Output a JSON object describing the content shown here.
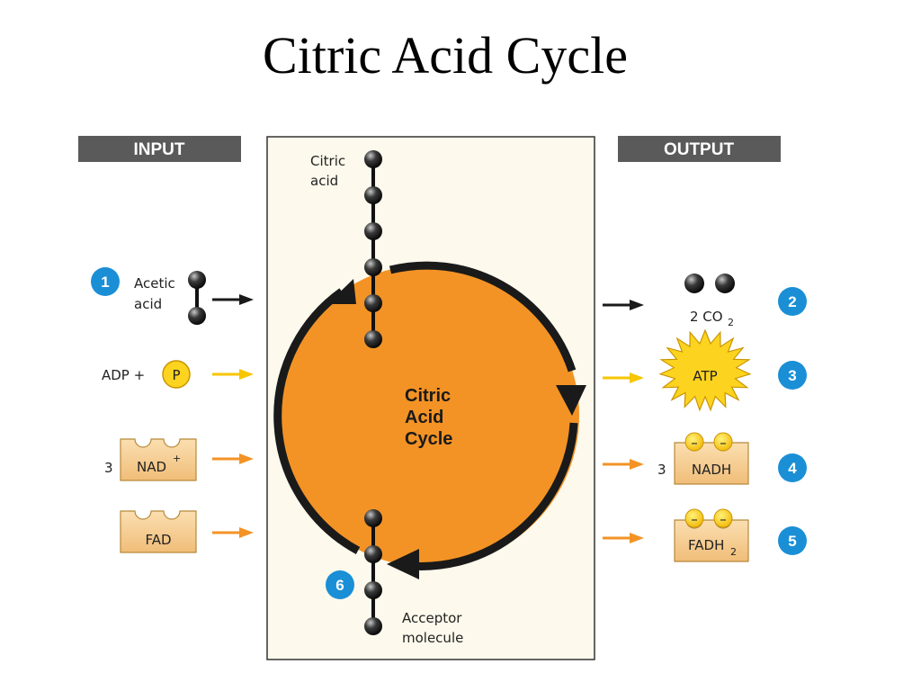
{
  "title": "Citric Acid Cycle",
  "headers": {
    "input": "INPUT",
    "output": "OUTPUT"
  },
  "center": {
    "line1": "Citric",
    "line2": "Acid",
    "line3": "Cycle"
  },
  "molecules": {
    "citric_line1": "Citric",
    "citric_line2": "acid",
    "acceptor_line1": "Acceptor",
    "acceptor_line2": "molecule"
  },
  "inputs": {
    "acetic_line1": "Acetic",
    "acetic_line2": "acid",
    "adp": "ADP +",
    "phosphate": "P",
    "nad_count": "3",
    "nad": "NAD",
    "nad_sup": "+",
    "fad": "FAD"
  },
  "outputs": {
    "co2_prefix": "2 CO",
    "co2_sub": "2",
    "atp": "ATP",
    "nadh_count": "3",
    "nadh": "NADH",
    "fadh": "FADH",
    "fadh_sub": "2",
    "minus": "–"
  },
  "steps": [
    "1",
    "2",
    "3",
    "4",
    "5",
    "6"
  ],
  "colors": {
    "header_bg": "#5a5a5a",
    "panel_bg": "#fdf9ec",
    "cycle_orange": "#f39325",
    "step_blue": "#1a8fd6",
    "yellow_arrow": "#f7c600",
    "orange_arrow": "#f39325",
    "carrier_tan": "#f5cf97",
    "atp_star": "#fcd31e"
  }
}
